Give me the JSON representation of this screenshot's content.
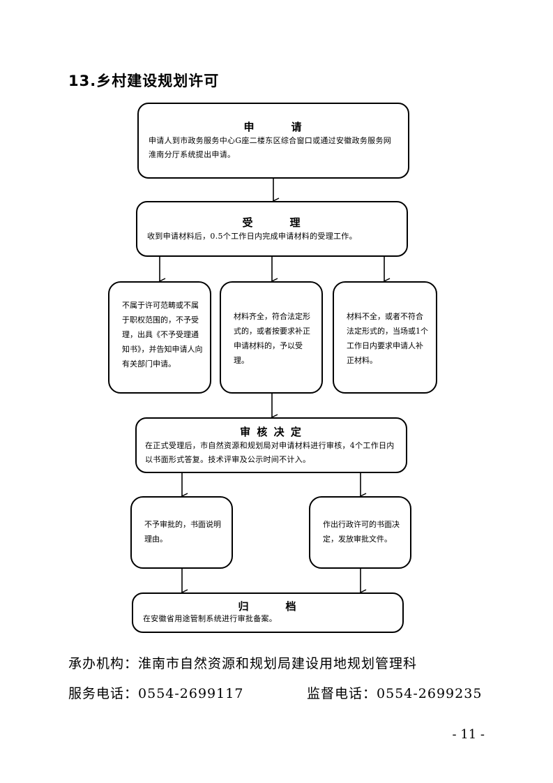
{
  "page_title": "13.乡村建设规划许可",
  "nodes": {
    "apply": {
      "title": "申　　　请",
      "desc": "申请人到市政务服务中心G座二楼东区综合窗口或通过安徽政务服务网淮南分厅系统提出申请。"
    },
    "accept": {
      "title": "受　　　理",
      "desc": "收到申请材料后，0.5个工作日内完成申请材料的受理工作。"
    },
    "branch_reject": "不属于许可范畴或不属于职权范围的，不予受理，出具《不予受理通知书》，并告知申请人向有关部门申请。",
    "branch_accept": "材料齐全，符合法定形式的，或者按要求补正申请材料的，予以受理。",
    "branch_incomplete": "材料不全，或者不符合法定形式的，当场或1个工作日内要求申请人补正材料。",
    "review": {
      "title": "审 核 决 定",
      "desc": "在正式受理后，市自然资源和规划局对申请材料进行审核，4个工作日内以书面形式答复。技术评审及公示时间不计入。"
    },
    "deny": "不予审批的，书面说明理由。",
    "approve": "作出行政许可的书面决定，发放审批文件。",
    "archive": {
      "title": "归　　　档",
      "desc": "在安徽省用途管制系统进行审批备案。"
    }
  },
  "footer": {
    "agency_label": "承办机构：",
    "agency_value": "淮南市自然资源和规划局建设用地规划管理科",
    "service_phone_label": "服务电话：",
    "service_phone": "0554-2699117",
    "supervise_phone_label": "监督电话：",
    "supervise_phone": "0554-2699235"
  },
  "page_number": "- 11 -"
}
